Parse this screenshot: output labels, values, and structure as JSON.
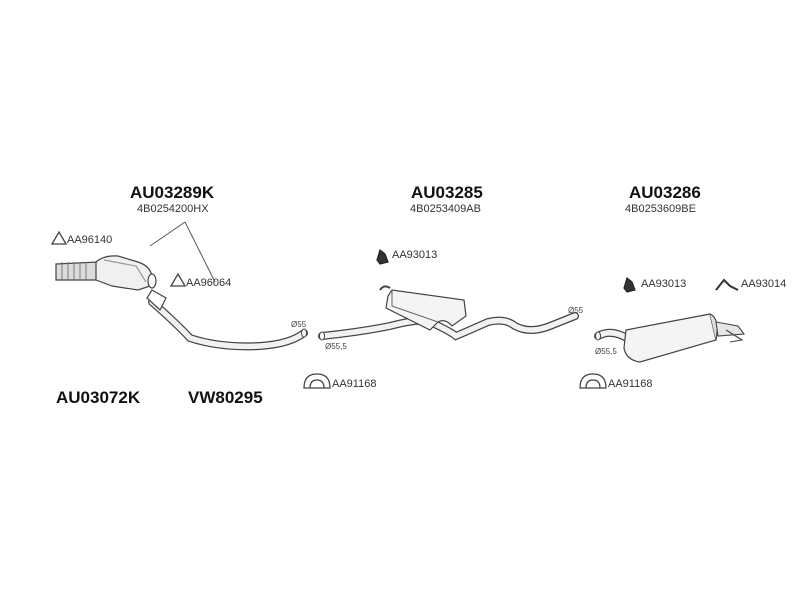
{
  "assemblies": [
    {
      "part_number": "AU03289K",
      "oem_number": "4B0254200HX"
    },
    {
      "part_number": "AU03285",
      "oem_number": "4B0253409AB"
    },
    {
      "part_number": "AU03286",
      "oem_number": "4B0253609BE"
    }
  ],
  "kits": [
    "AU03072K",
    "VW80295"
  ],
  "parts": {
    "gasket_front": "AA96140",
    "gasket_cat": "AA96064",
    "mount_center": "AA93013",
    "mount_rear": "AA93013",
    "hanger_rear": "AA93014",
    "clamp_center": "AA91168",
    "clamp_rear": "AA91168"
  },
  "diameters": {
    "front_pipe_end": "Ø55",
    "center_inlet": "Ø55,5",
    "center_outlet": "Ø55",
    "rear_inlet": "Ø55,5"
  },
  "colors": {
    "line": "#444444",
    "fill": "#f2f2f2",
    "shade": "#bdbdbd"
  }
}
